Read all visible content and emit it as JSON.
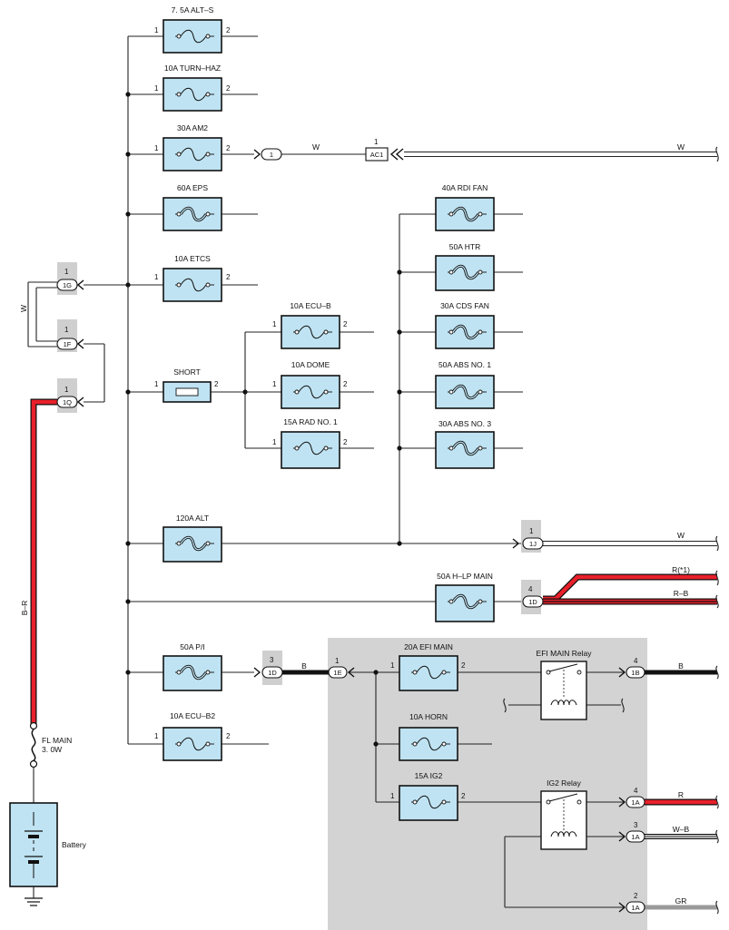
{
  "fuses": {
    "alt_s": "7. 5A ALT–S",
    "turn_haz": "10A TURN–HAZ",
    "am2": "30A AM2",
    "eps": "60A EPS",
    "etcs": "10A ETCS",
    "short": "SHORT",
    "ecu_b": "10A ECU–B",
    "dome": "10A DOME",
    "rad_no1": "15A RAD NO. 1",
    "rdi_fan": "40A RDI FAN",
    "htr": "50A HTR",
    "cds_fan": "30A CDS FAN",
    "abs_no1": "50A ABS NO. 1",
    "abs_no3": "30A ABS NO. 3",
    "alt": "120A ALT",
    "h_lp_main": "50A H–LP MAIN",
    "p_i": "50A P/I",
    "ecu_b2": "10A ECU–B2",
    "efi_main": "20A EFI MAIN",
    "horn": "10A HORN",
    "ig2": "15A IG2"
  },
  "pins": {
    "one": "1",
    "two": "2",
    "three": "3",
    "four": "4"
  },
  "relays": {
    "efi_main": "EFI MAIN Relay",
    "ig2": "IG2 Relay"
  },
  "connectors": {
    "c1": "1",
    "ac1": "AC1",
    "c1g": "1G",
    "c1f": "1F",
    "c1q": "1Q",
    "c1j": "1J",
    "c1d": "1D",
    "c1e": "1E",
    "c1b": "1B",
    "c1a": "1A"
  },
  "wires": {
    "w": "W",
    "r_star1": "R(*1)",
    "r_b": "R–B",
    "b": "B",
    "r": "R",
    "w_b": "W–B",
    "gr": "GR",
    "b_r": "B–R"
  },
  "fl_main": {
    "name": "FL MAIN",
    "rating": "3. 0W"
  },
  "battery": "Battery",
  "colors": {
    "fuse_fill": "#bfe3f2",
    "panel_gray": "#d3d3d3",
    "wire_red": "#e8202a",
    "wire_black": "#111111",
    "wire_gray": "#9a9a9a"
  }
}
